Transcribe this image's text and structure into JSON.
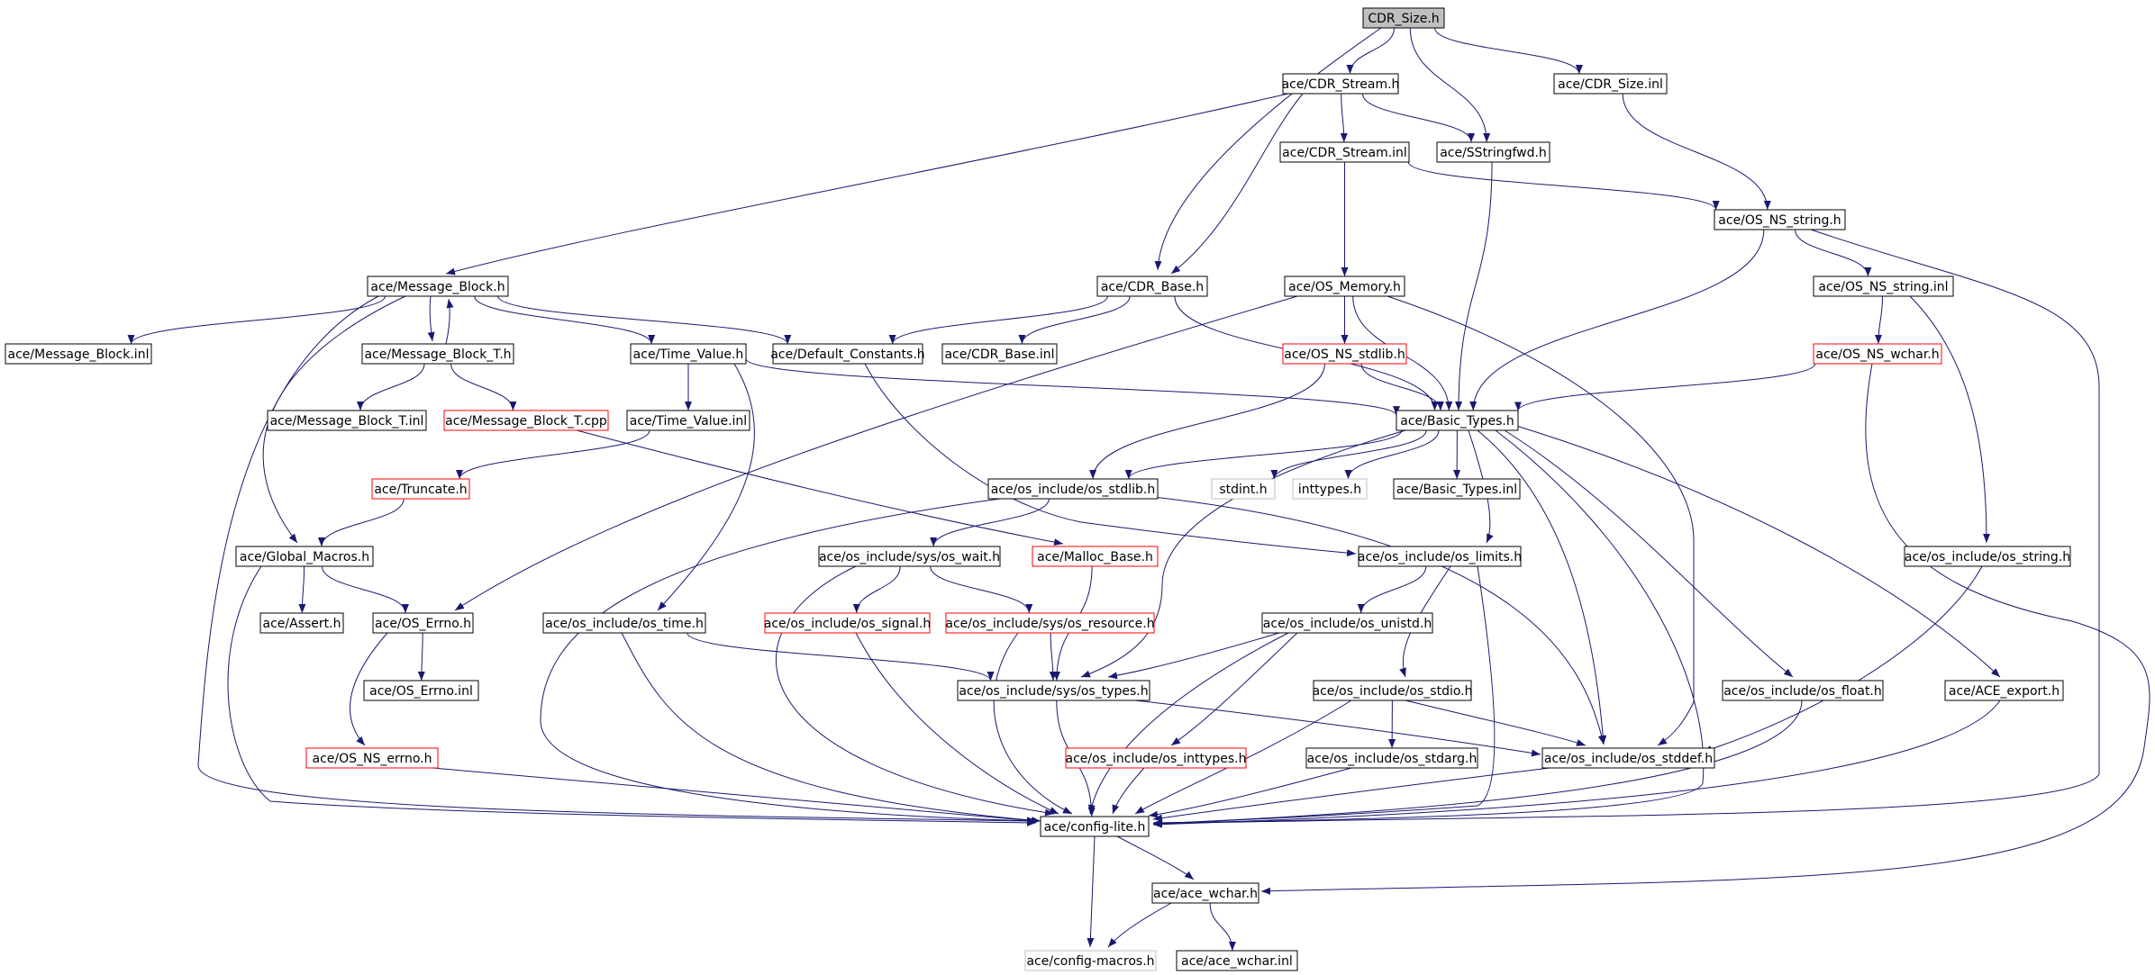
{
  "colors": {
    "edge": "#191970",
    "border_normal": "#000000",
    "border_truncated": "#ff0000",
    "border_external": "#bfbfbf",
    "fill_root": "#bfbfbf",
    "fill_normal": "#ffffff"
  },
  "nodes": [
    {
      "id": "cdr_size_h",
      "label": "CDR_Size.h",
      "kind": "root"
    },
    {
      "id": "cdr_stream_h",
      "label": "ace/CDR_Stream.h",
      "kind": "normal"
    },
    {
      "id": "cdr_size_inl",
      "label": "ace/CDR_Size.inl",
      "kind": "normal"
    },
    {
      "id": "cdr_stream_inl",
      "label": "ace/CDR_Stream.inl",
      "kind": "normal"
    },
    {
      "id": "sstringfwd_h",
      "label": "ace/SStringfwd.h",
      "kind": "normal"
    },
    {
      "id": "os_ns_string_h",
      "label": "ace/OS_NS_string.h",
      "kind": "normal"
    },
    {
      "id": "message_block_h",
      "label": "ace/Message_Block.h",
      "kind": "normal"
    },
    {
      "id": "cdr_base_h",
      "label": "ace/CDR_Base.h",
      "kind": "normal"
    },
    {
      "id": "os_memory_h",
      "label": "ace/OS_Memory.h",
      "kind": "normal"
    },
    {
      "id": "os_ns_string_inl",
      "label": "ace/OS_NS_string.inl",
      "kind": "normal"
    },
    {
      "id": "message_block_inl",
      "label": "ace/Message_Block.inl",
      "kind": "normal"
    },
    {
      "id": "message_block_t_h",
      "label": "ace/Message_Block_T.h",
      "kind": "normal"
    },
    {
      "id": "time_value_h",
      "label": "ace/Time_Value.h",
      "kind": "normal"
    },
    {
      "id": "default_constants_h",
      "label": "ace/Default_Constants.h",
      "kind": "normal"
    },
    {
      "id": "cdr_base_inl",
      "label": "ace/CDR_Base.inl",
      "kind": "normal"
    },
    {
      "id": "os_ns_stdlib_h",
      "label": "ace/OS_NS_stdlib.h",
      "kind": "truncated"
    },
    {
      "id": "os_ns_wchar_h",
      "label": "ace/OS_NS_wchar.h",
      "kind": "truncated"
    },
    {
      "id": "message_block_t_inl",
      "label": "ace/Message_Block_T.inl",
      "kind": "normal"
    },
    {
      "id": "message_block_t_cpp",
      "label": "ace/Message_Block_T.cpp",
      "kind": "truncated"
    },
    {
      "id": "time_value_inl",
      "label": "ace/Time_Value.inl",
      "kind": "normal"
    },
    {
      "id": "basic_types_h",
      "label": "ace/Basic_Types.h",
      "kind": "normal"
    },
    {
      "id": "truncate_h",
      "label": "ace/Truncate.h",
      "kind": "truncated"
    },
    {
      "id": "os_include_os_stdlib_h",
      "label": "ace/os_include/os_stdlib.h",
      "kind": "normal"
    },
    {
      "id": "stdint_h",
      "label": "stdint.h",
      "kind": "external"
    },
    {
      "id": "inttypes_h",
      "label": "inttypes.h",
      "kind": "external"
    },
    {
      "id": "basic_types_inl",
      "label": "ace/Basic_Types.inl",
      "kind": "normal"
    },
    {
      "id": "global_macros_h",
      "label": "ace/Global_Macros.h",
      "kind": "normal"
    },
    {
      "id": "os_include_sys_os_wait_h",
      "label": "ace/os_include/sys/os_wait.h",
      "kind": "normal"
    },
    {
      "id": "malloc_base_h",
      "label": "ace/Malloc_Base.h",
      "kind": "truncated"
    },
    {
      "id": "os_include_os_limits_h",
      "label": "ace/os_include/os_limits.h",
      "kind": "normal"
    },
    {
      "id": "os_include_os_string_h",
      "label": "ace/os_include/os_string.h",
      "kind": "normal"
    },
    {
      "id": "assert_h",
      "label": "ace/Assert.h",
      "kind": "normal"
    },
    {
      "id": "os_errno_h",
      "label": "ace/OS_Errno.h",
      "kind": "normal"
    },
    {
      "id": "os_include_os_time_h",
      "label": "ace/os_include/os_time.h",
      "kind": "normal"
    },
    {
      "id": "os_include_os_signal_h",
      "label": "ace/os_include/os_signal.h",
      "kind": "truncated"
    },
    {
      "id": "os_include_sys_os_resource_h",
      "label": "ace/os_include/sys/os_resource.h",
      "kind": "truncated"
    },
    {
      "id": "os_include_os_unistd_h",
      "label": "ace/os_include/os_unistd.h",
      "kind": "normal"
    },
    {
      "id": "os_errno_inl",
      "label": "ace/OS_Errno.inl",
      "kind": "normal"
    },
    {
      "id": "os_include_sys_os_types_h",
      "label": "ace/os_include/sys/os_types.h",
      "kind": "normal"
    },
    {
      "id": "os_include_os_stdio_h",
      "label": "ace/os_include/os_stdio.h",
      "kind": "normal"
    },
    {
      "id": "os_include_os_float_h",
      "label": "ace/os_include/os_float.h",
      "kind": "normal"
    },
    {
      "id": "ace_export_h",
      "label": "ace/ACE_export.h",
      "kind": "normal"
    },
    {
      "id": "os_ns_errno_h",
      "label": "ace/OS_NS_errno.h",
      "kind": "truncated"
    },
    {
      "id": "os_include_os_inttypes_h",
      "label": "ace/os_include/os_inttypes.h",
      "kind": "truncated"
    },
    {
      "id": "os_include_os_stdarg_h",
      "label": "ace/os_include/os_stdarg.h",
      "kind": "normal"
    },
    {
      "id": "os_include_os_stddef_h",
      "label": "ace/os_include/os_stddef.h",
      "kind": "normal"
    },
    {
      "id": "config_lite_h",
      "label": "ace/config-lite.h",
      "kind": "normal"
    },
    {
      "id": "ace_wchar_h",
      "label": "ace/ace_wchar.h",
      "kind": "normal"
    },
    {
      "id": "config_macros_h",
      "label": "ace/config-macros.h",
      "kind": "external"
    },
    {
      "id": "ace_wchar_inl",
      "label": "ace/ace_wchar.inl",
      "kind": "normal"
    }
  ],
  "edges": [
    [
      "cdr_size_h",
      "cdr_stream_h"
    ],
    [
      "cdr_size_h",
      "sstringfwd_h"
    ],
    [
      "cdr_size_h",
      "cdr_base_h"
    ],
    [
      "cdr_size_h",
      "cdr_size_inl"
    ],
    [
      "cdr_stream_h",
      "message_block_h"
    ],
    [
      "cdr_stream_h",
      "cdr_stream_inl"
    ],
    [
      "cdr_stream_h",
      "sstringfwd_h"
    ],
    [
      "cdr_stream_h",
      "cdr_base_h"
    ],
    [
      "cdr_size_inl",
      "os_ns_string_h"
    ],
    [
      "cdr_stream_inl",
      "os_memory_h"
    ],
    [
      "cdr_stream_inl",
      "os_ns_string_h"
    ],
    [
      "sstringfwd_h",
      "basic_types_h"
    ],
    [
      "os_ns_string_h",
      "os_ns_string_inl"
    ],
    [
      "os_ns_string_h",
      "basic_types_h"
    ],
    [
      "os_ns_string_h",
      "config_lite_h"
    ],
    [
      "message_block_h",
      "message_block_inl"
    ],
    [
      "message_block_h",
      "message_block_t_h"
    ],
    [
      "message_block_h",
      "time_value_h"
    ],
    [
      "message_block_h",
      "default_constants_h"
    ],
    [
      "message_block_h",
      "global_macros_h"
    ],
    [
      "message_block_h",
      "config_lite_h"
    ],
    [
      "message_block_t_h",
      "message_block_h"
    ],
    [
      "message_block_t_h",
      "message_block_t_inl"
    ],
    [
      "message_block_t_h",
      "message_block_t_cpp"
    ],
    [
      "message_block_t_cpp",
      "malloc_base_h"
    ],
    [
      "cdr_base_h",
      "default_constants_h"
    ],
    [
      "cdr_base_h",
      "cdr_base_inl"
    ],
    [
      "cdr_base_h",
      "basic_types_h"
    ],
    [
      "default_constants_h",
      "os_include_os_limits_h"
    ],
    [
      "time_value_h",
      "time_value_inl"
    ],
    [
      "time_value_h",
      "basic_types_h"
    ],
    [
      "time_value_h",
      "os_include_os_time_h"
    ],
    [
      "time_value_inl",
      "truncate_h"
    ],
    [
      "truncate_h",
      "global_macros_h"
    ],
    [
      "os_memory_h",
      "os_ns_stdlib_h"
    ],
    [
      "os_memory_h",
      "basic_types_h"
    ],
    [
      "os_memory_h",
      "os_errno_h"
    ],
    [
      "os_memory_h",
      "os_include_os_stddef_h"
    ],
    [
      "os_ns_string_inl",
      "os_ns_wchar_h"
    ],
    [
      "os_ns_string_inl",
      "os_include_os_string_h"
    ],
    [
      "os_ns_stdlib_h",
      "basic_types_h"
    ],
    [
      "os_ns_stdlib_h",
      "os_include_os_stdlib_h"
    ],
    [
      "os_ns_wchar_h",
      "basic_types_h"
    ],
    [
      "os_ns_wchar_h",
      "ace_wchar_h"
    ],
    [
      "basic_types_h",
      "os_include_os_stdlib_h"
    ],
    [
      "basic_types_h",
      "stdint_h"
    ],
    [
      "basic_types_h",
      "inttypes_h"
    ],
    [
      "basic_types_h",
      "basic_types_inl"
    ],
    [
      "basic_types_h",
      "os_include_os_limits_h"
    ],
    [
      "basic_types_h",
      "os_include_sys_os_types_h"
    ],
    [
      "basic_types_h",
      "os_include_os_stddef_h"
    ],
    [
      "basic_types_h",
      "os_include_os_float_h"
    ],
    [
      "basic_types_h",
      "ace_export_h"
    ],
    [
      "basic_types_h",
      "config_lite_h"
    ],
    [
      "os_include_os_stdlib_h",
      "os_include_sys_os_wait_h"
    ],
    [
      "os_include_os_stdlib_h",
      "os_include_os_stddef_h"
    ],
    [
      "os_include_os_stdlib_h",
      "config_lite_h"
    ],
    [
      "global_macros_h",
      "assert_h"
    ],
    [
      "global_macros_h",
      "os_errno_h"
    ],
    [
      "global_macros_h",
      "config_lite_h"
    ],
    [
      "os_errno_h",
      "os_errno_inl"
    ],
    [
      "os_errno_h",
      "os_ns_errno_h"
    ],
    [
      "os_ns_errno_h",
      "config_lite_h"
    ],
    [
      "os_include_sys_os_wait_h",
      "os_include_os_signal_h"
    ],
    [
      "os_include_sys_os_wait_h",
      "os_include_sys_os_resource_h"
    ],
    [
      "os_include_sys_os_wait_h",
      "config_lite_h"
    ],
    [
      "os_include_os_signal_h",
      "config_lite_h"
    ],
    [
      "os_include_sys_os_resource_h",
      "os_include_sys_os_types_h"
    ],
    [
      "os_include_sys_os_resource_h",
      "config_lite_h"
    ],
    [
      "malloc_base_h",
      "os_include_sys_os_types_h"
    ],
    [
      "os_include_os_time_h",
      "os_include_sys_os_types_h"
    ],
    [
      "os_include_os_time_h",
      "config_lite_h"
    ],
    [
      "os_include_os_limits_h",
      "os_include_os_unistd_h"
    ],
    [
      "os_include_os_limits_h",
      "os_include_os_stdio_h"
    ],
    [
      "os_include_os_limits_h",
      "config_lite_h"
    ],
    [
      "os_include_os_unistd_h",
      "os_include_sys_os_types_h"
    ],
    [
      "os_include_os_unistd_h",
      "os_include_os_inttypes_h"
    ],
    [
      "os_include_os_unistd_h",
      "config_lite_h"
    ],
    [
      "os_include_os_stdio_h",
      "os_include_os_stdarg_h"
    ],
    [
      "os_include_os_stdio_h",
      "os_include_os_stddef_h"
    ],
    [
      "os_include_os_stdio_h",
      "config_lite_h"
    ],
    [
      "os_include_sys_os_types_h",
      "os_include_os_stddef_h"
    ],
    [
      "os_include_sys_os_types_h",
      "config_lite_h"
    ],
    [
      "os_include_os_inttypes_h",
      "config_lite_h"
    ],
    [
      "os_include_os_stdarg_h",
      "config_lite_h"
    ],
    [
      "os_include_os_stddef_h",
      "config_lite_h"
    ],
    [
      "os_include_os_string_h",
      "os_include_os_stddef_h"
    ],
    [
      "os_include_os_float_h",
      "config_lite_h"
    ],
    [
      "ace_export_h",
      "config_lite_h"
    ],
    [
      "config_lite_h",
      "ace_wchar_h"
    ],
    [
      "config_lite_h",
      "config_macros_h"
    ],
    [
      "ace_wchar_h",
      "config_macros_h"
    ],
    [
      "ace_wchar_h",
      "ace_wchar_inl"
    ]
  ]
}
